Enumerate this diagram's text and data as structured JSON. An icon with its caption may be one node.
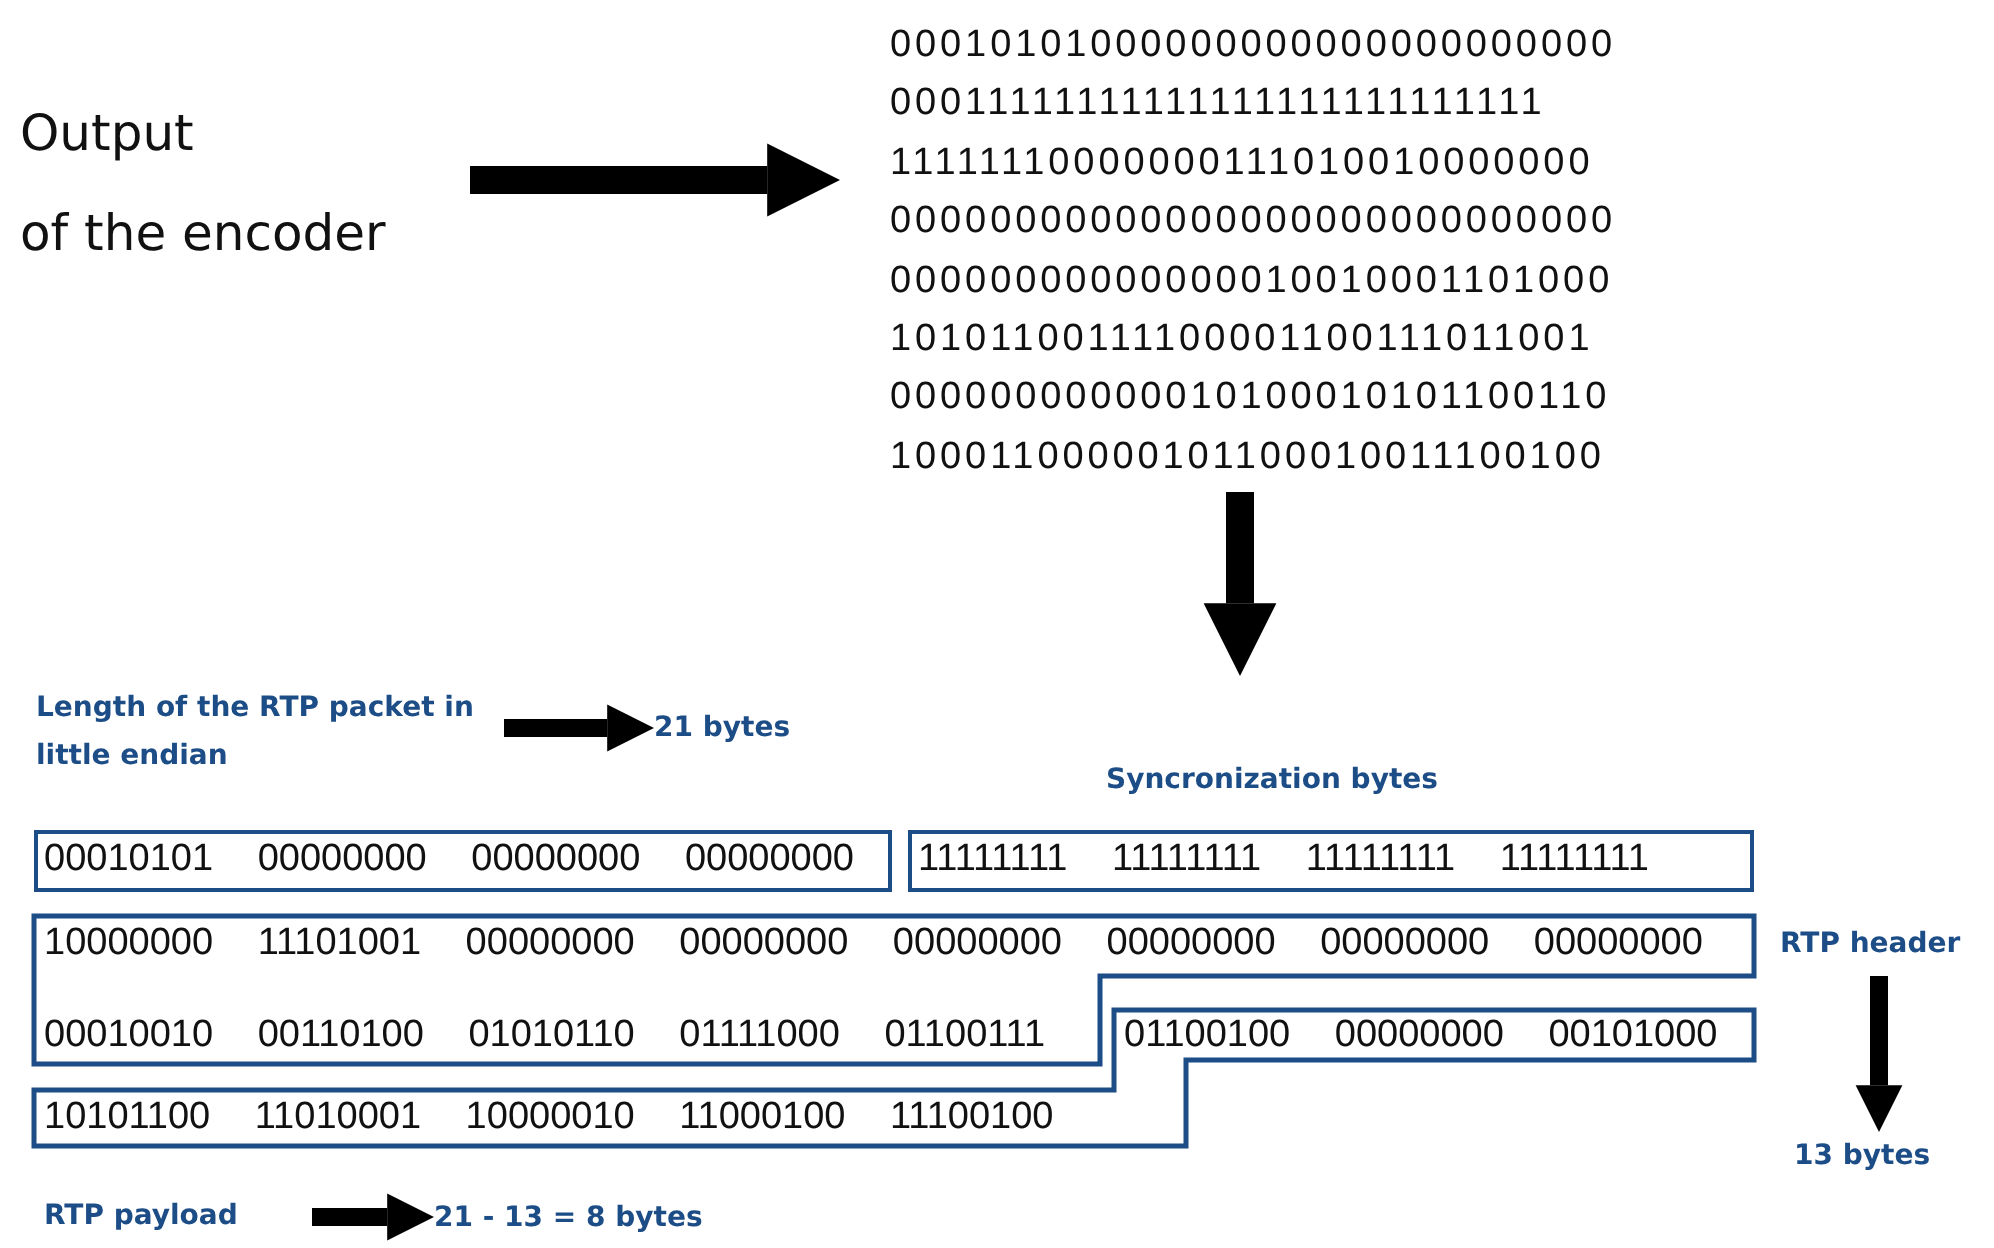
{
  "diagram": {
    "nodes": [
      {
        "text": [
          "Output of the encoder"
        ]
      },
      {
        "text": [
          "00010101000000000000000000000 00011111111111111111111111111 11111110000000111010010000000 00000000000000000000000000000 00000000000000010010001101000 10101100111100001100111011001 00000000000010100010101100110 10001100000101100010011100100"
        ]
      },
      {
        "text": [
          "Length of the RTP packet in little endian"
        ]
      },
      {
        "text": [
          "21 bytes"
        ]
      },
      {
        "text": [
          "00010101 00000000 00000000 00000000"
        ]
      },
      {
        "text": [
          "11111111 11111111 11111111 11111111"
        ]
      },
      {
        "text": [
          "10000000 11101001 00000000 00000000 00000000 00000000 00000000 00000000",
          "00010010 00110100 01010110 01111000 01100111"
        ]
      },
      {
        "text": [
          "01100100 00000000 00101000",
          "10101100 11010001 10000010 11000100 11100100"
        ]
      },
      {
        "text": [
          "RTP header"
        ]
      },
      {
        "text": [
          "13 bytes"
        ]
      },
      {
        "text": [
          "RTP payload"
        ]
      },
      {
        "text": [
          "21 - 13 = 8 bytes"
        ]
      }
    ],
    "edges": [
      {
        "from": 0,
        "to": 1,
        "arrow": "to"
      },
      {
        "from": 1,
        "to": null,
        "arrow": "to"
      },
      {
        "from": 2,
        "to": 3,
        "arrow": "to"
      },
      {
        "from": 8,
        "to": 9,
        "arrow": "to"
      },
      {
        "from": 10,
        "to": 11,
        "arrow": "to"
      }
    ],
    "labels": [
      "Syncronization bytes"
    ]
  }
}
